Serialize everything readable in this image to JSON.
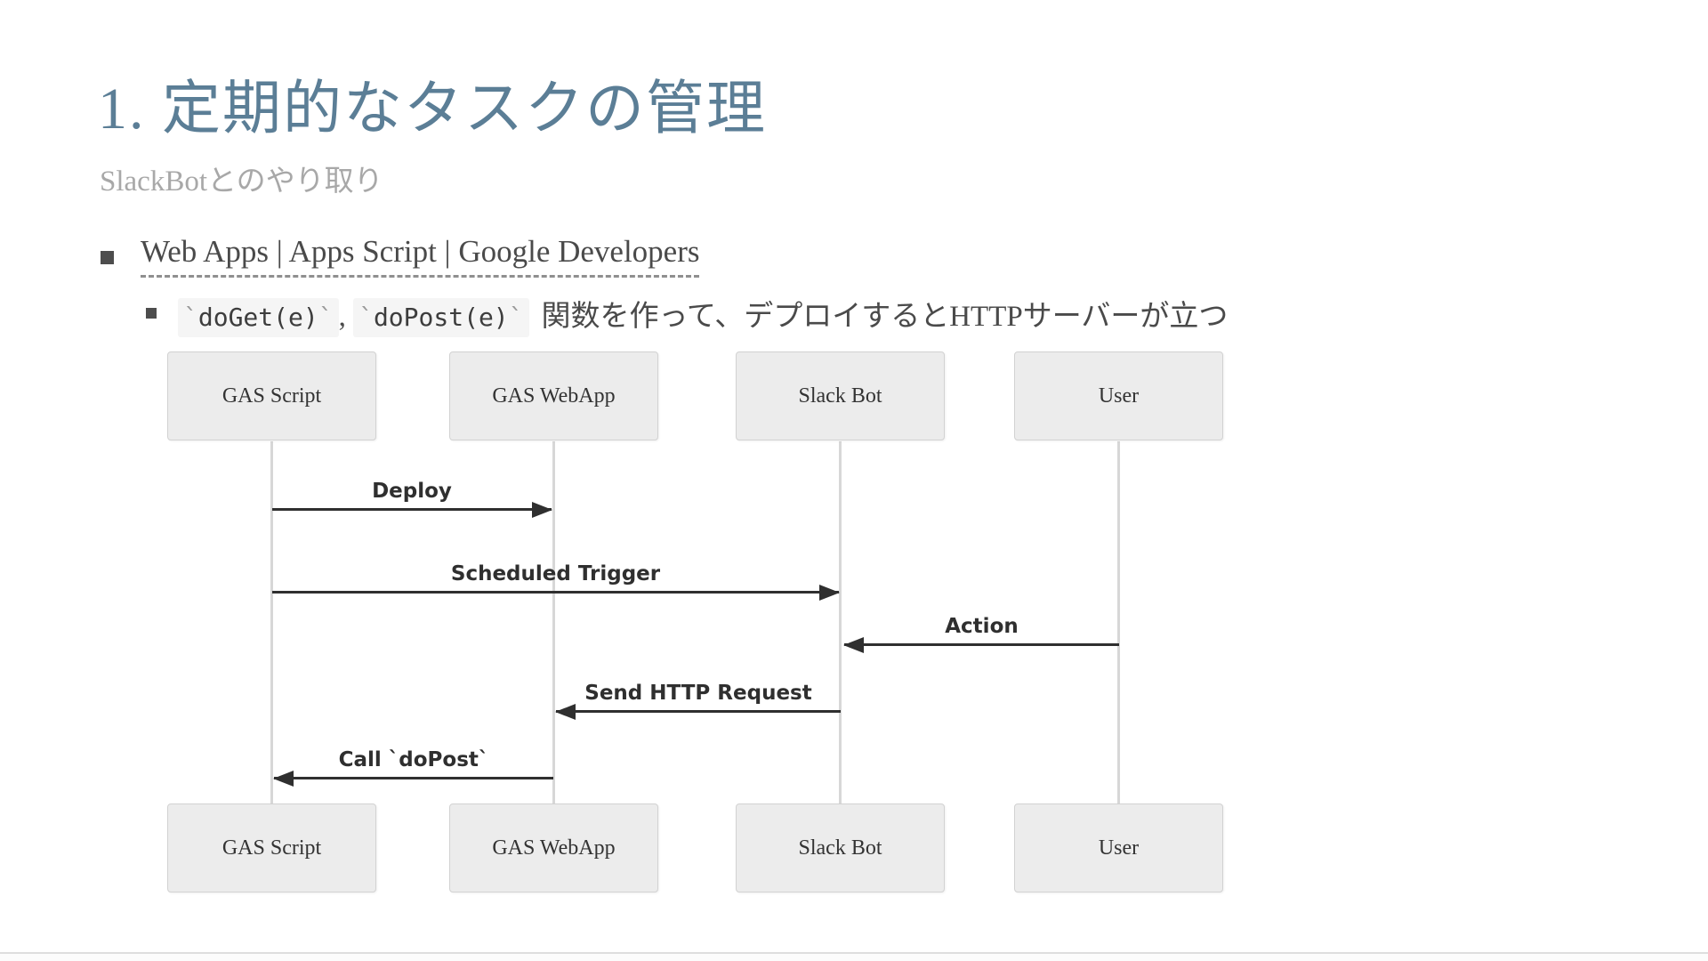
{
  "slide": {
    "title": "1. 定期的なタスクの管理",
    "subtitle": "SlackBotとのやり取り",
    "link_text": "Web Apps | Apps Script | Google Developers",
    "code": {
      "backtick": "`",
      "fn_get": "doGet(e)",
      "comma": ", ",
      "fn_post": "doPost(e)",
      "suffix": "関数を作って、デプロイするとHTTPサーバーが立つ"
    }
  },
  "diagram": {
    "type": "sequence",
    "participants": [
      {
        "label": "GAS Script"
      },
      {
        "label": "GAS WebApp"
      },
      {
        "label": "Slack Bot"
      },
      {
        "label": "User"
      }
    ],
    "messages": [
      {
        "label": "Deploy",
        "from": "GAS Script",
        "to": "GAS WebApp",
        "direction": "right"
      },
      {
        "label": "Scheduled Trigger",
        "from": "GAS Script",
        "to": "Slack Bot",
        "direction": "right"
      },
      {
        "label": "Action",
        "from": "User",
        "to": "Slack Bot",
        "direction": "left"
      },
      {
        "label": "Send HTTP Request",
        "from": "Slack Bot",
        "to": "GAS WebApp",
        "direction": "left"
      },
      {
        "label": "Call `doPost`",
        "from": "GAS WebApp",
        "to": "GAS Script",
        "direction": "left"
      }
    ]
  },
  "colors": {
    "title": "#5b7e96",
    "subtitle": "#a8a8a8",
    "body_text": "#4a4a4a",
    "arrow": "#2f2f2f",
    "participant_fill": "#ececec",
    "participant_border": "#d2d2d2",
    "lifeline": "#d7d7d7",
    "code_bg": "#f5f5f5"
  }
}
